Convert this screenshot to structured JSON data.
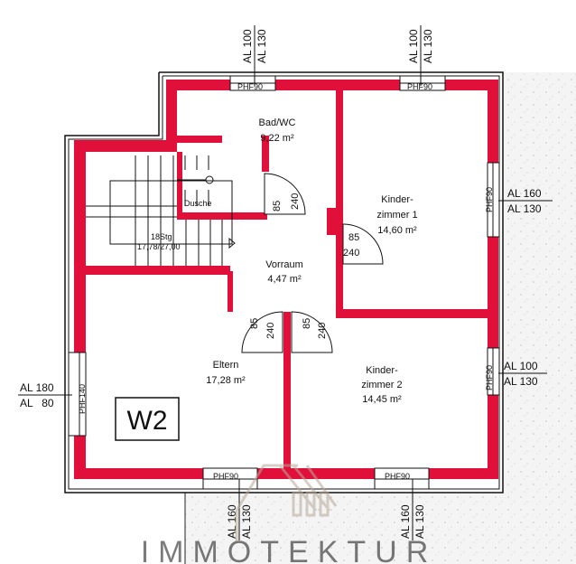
{
  "rooms": [
    {
      "name": "Bad/WC",
      "area": "9,22 m²"
    },
    {
      "name": "Kinder-",
      "name2": "zimmer 1",
      "area": "14,60 m²"
    },
    {
      "name": "Vorraum",
      "area": "4,47 m²"
    },
    {
      "name": "Eltern",
      "area": "17,28 m²"
    },
    {
      "name": "Kinder-",
      "name2": "zimmer 2",
      "area": "14,45 m²"
    }
  ],
  "fixtures": {
    "shower": "Dusche",
    "stairs": "18Stg",
    "stairs_dim": "17,78/27,00"
  },
  "doors": [
    {
      "w": "85",
      "h": "240"
    },
    {
      "w": "85",
      "h": "240"
    },
    {
      "w": "85",
      "h": "240"
    },
    {
      "w": "85",
      "h": "240"
    }
  ],
  "windows": {
    "phf90": "PHF90",
    "phf140": "PHF140"
  },
  "sills": {
    "top_left": [
      "AL 100",
      "AL 130"
    ],
    "top_right": [
      "AL 100",
      "AL 130"
    ],
    "right_top": [
      "AL 160",
      "AL 130"
    ],
    "right_bottom": [
      "AL 100",
      "AL 130"
    ],
    "left": [
      "AL 180",
      "AL   80"
    ],
    "bottom_left": [
      "AL 160",
      "AL 130"
    ],
    "bottom_right": [
      "AL 160",
      "AL 130"
    ]
  },
  "unit_label": "W2",
  "watermark": "IMMOTEKTUR",
  "colors": {
    "wall": "#e0103a",
    "ground": "#f2f2f2"
  }
}
